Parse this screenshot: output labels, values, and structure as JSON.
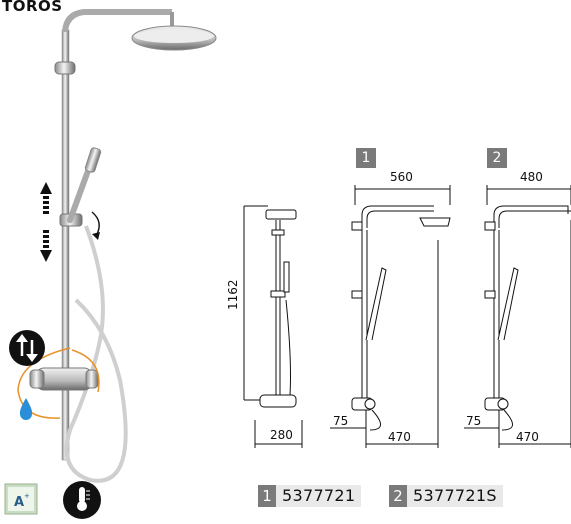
{
  "title": "TOROS",
  "variants": [
    {
      "badge": "1",
      "width": "560",
      "offset": "75",
      "spread": "470"
    },
    {
      "badge": "2",
      "width": "480",
      "offset": "75",
      "spread": "470"
    }
  ],
  "main_dims": {
    "height": "1162",
    "base": "280"
  },
  "codes": [
    {
      "badge": "1",
      "value": "5377721"
    },
    {
      "badge": "2",
      "value": "5377721S"
    }
  ],
  "icons": {
    "updown": "up-down-arrows-icon",
    "rotate": "rotate-icon",
    "swap": "swap-arrows-icon",
    "drop": "water-drop-icon",
    "energy": "energy-label-icon",
    "thermo": "thermometer-icon"
  },
  "colors": {
    "badge": "#7a7a7a",
    "code_bg": "#e9e9e9",
    "water": "#2a8fd8",
    "accent": "#e8912a"
  }
}
